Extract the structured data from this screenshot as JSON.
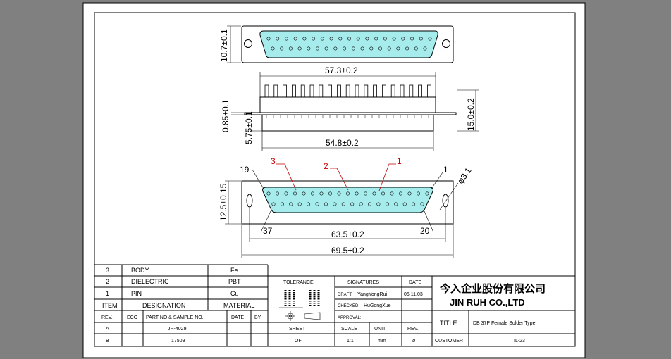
{
  "drawing": {
    "top_view": {
      "height_dim": "10.7±0.1"
    },
    "side_view": {
      "width_dim": "57.3±0.2",
      "bottom_dim": "54.8±0.2",
      "height_dim": "15.0±0.2",
      "flange_dim": "0.85±0.1",
      "step_dim": "5.75±0.1"
    },
    "front_view": {
      "height_dim": "12.5±0.15",
      "pitch_dim": "63.5±0.2",
      "overall_dim": "69.5±0.2",
      "hole_dim": "φ3.1",
      "pin_labels": {
        "p19": "19",
        "p1": "1",
        "p37": "37",
        "p20": "20"
      },
      "callouts": {
        "c3": "3",
        "c2": "2",
        "c1": "1"
      }
    }
  },
  "bom": {
    "rows": [
      {
        "item": "3",
        "name": "BODY",
        "material": "Fe"
      },
      {
        "item": "2",
        "name": "DIELECTRIC",
        "material": "PBT"
      },
      {
        "item": "1",
        "name": "PIN",
        "material": "Cu"
      }
    ],
    "header": {
      "item": "ITEM",
      "designation": "DESIGNATION",
      "material": "MATERIAL"
    }
  },
  "revisions": {
    "header": {
      "rev": "REV.",
      "eco": "ECO",
      "part": "PART NO.& SAMPLE NO.",
      "date": "DATE",
      "by": "BY"
    },
    "rows": [
      {
        "rev": "A",
        "part": "JR-4029"
      },
      {
        "rev": "B",
        "part": "17509"
      }
    ]
  },
  "title_block": {
    "tolerance_label": "TOLERANCE",
    "signatures_label": "SIGNATURES",
    "date_label": "DATE",
    "draft_label": "DRAFT:",
    "draft_name": "YangYongRui",
    "draft_date": "06.11.03",
    "checked_label": "CHECKED:",
    "checked_name": "HuGongXue",
    "approval_label": "APPROVAL:",
    "company_cn": "今入企业股份有限公司",
    "company_en": "JIN  RUH  CO.,LTD",
    "title_label": "TITLE",
    "title_value": "DB 37P Female Solder Type",
    "sheet_label": "SHEET",
    "sheet_value": "OF",
    "scale_label": "SCALE",
    "scale_value": "1:1",
    "unit_label": "UNIT",
    "unit_value": "mm",
    "rev_label": "REV.",
    "rev_value": "ø",
    "customer_label": "CUSTOMER",
    "customer_value": "IL-23"
  },
  "colors": {
    "background": "#808080",
    "paper": "#ffffff",
    "contact_fill": "#a6ecec",
    "callout": "#c00000"
  }
}
